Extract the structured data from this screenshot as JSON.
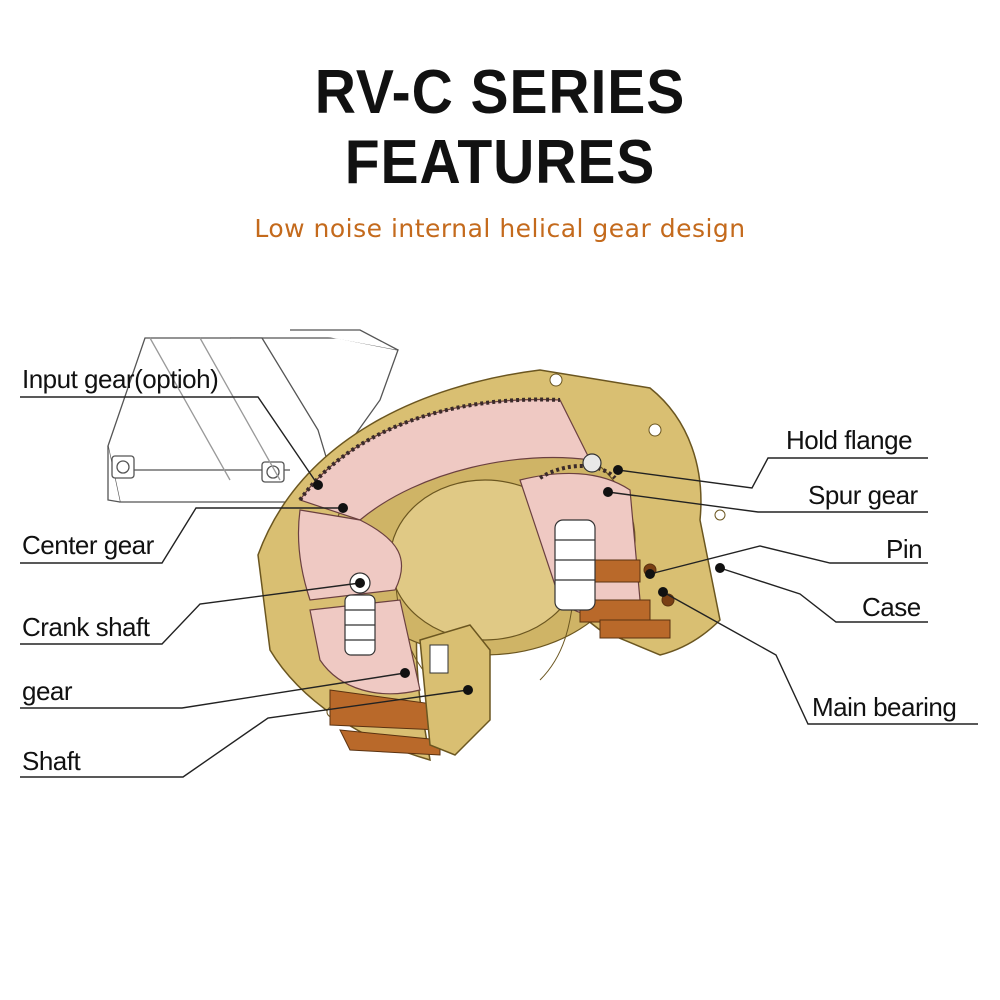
{
  "header": {
    "title_line1": "RV-C SERIES",
    "title_line2": "FEATURES",
    "subtitle": "Low noise internal helical gear design"
  },
  "labels": {
    "input_gear": "Input gear(optioh)",
    "center_gear": "Center gear",
    "crank_shaft": "Crank shaft",
    "gear": "gear",
    "shaft": "Shaft",
    "hold_flange": "Hold flange",
    "spur_gear": "Spur gear",
    "pin": "Pin",
    "case": "Case",
    "main_bearing": "Main bearing"
  },
  "colors": {
    "title": "#111111",
    "subtitle": "#c46a1c",
    "case_fill": "#d9bf72",
    "gear_fill": "#efc9c3",
    "bearing_fill": "#b9692a",
    "line": "#222222"
  }
}
